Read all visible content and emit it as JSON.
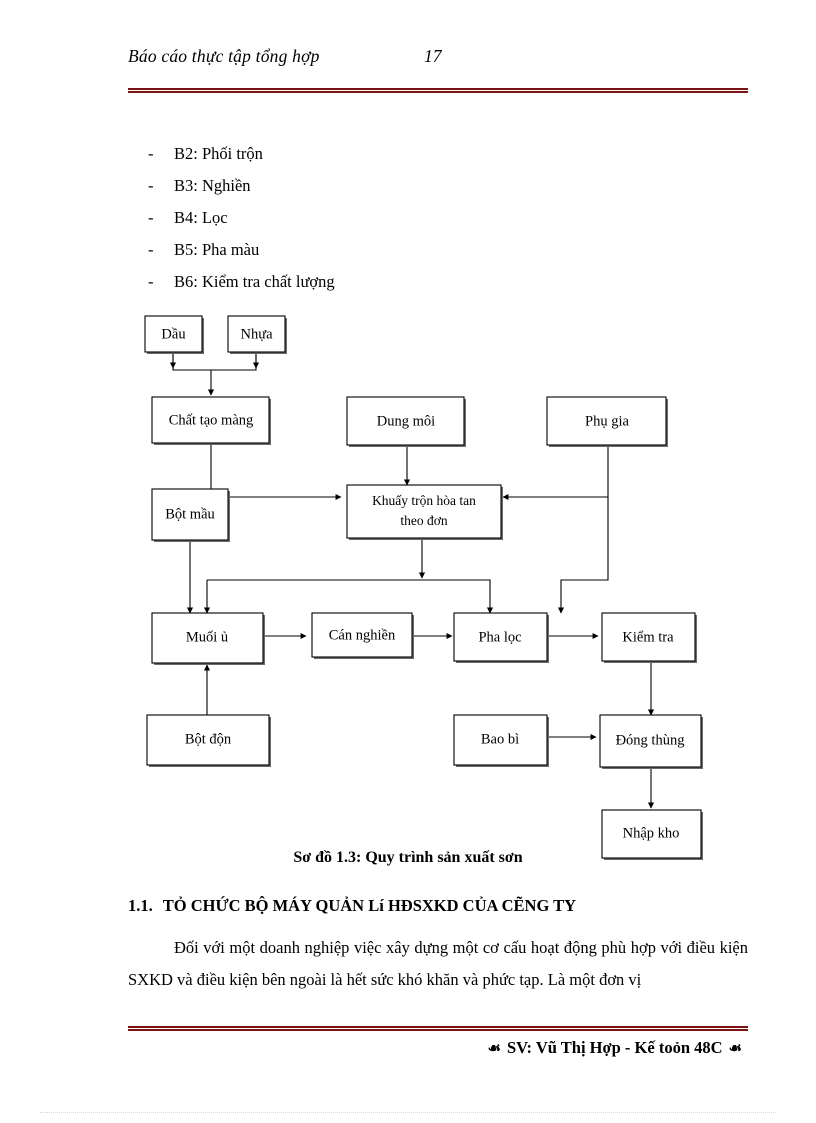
{
  "header": {
    "title": "Báo cáo thực tập tổng hợp",
    "page_number": "17"
  },
  "bullets": {
    "dash": "-",
    "items": [
      "B2: Phối trộn",
      "B3: Nghiền",
      "B4: Lọc",
      "B5: Pha màu",
      "B6: Kiểm tra chất lượng"
    ]
  },
  "flowchart": {
    "caption": "Sơ đồ 1.3: Quy trình sản xuất sơn",
    "nodes": {
      "dau": "Dầu",
      "nhua": "Nhựa",
      "chat_tao_mang": "Chất tạo màng",
      "dung_moi": "Dung  môi",
      "phu_gia": "Phụ gia",
      "bot_mau": "Bột mầu",
      "khuay_tron_l1": "Khuấy  trộn  hòa tan",
      "khuay_tron_l2": "theo  đơn",
      "muoi_u": "Muối ủ",
      "can_nghien": "Cán nghiền",
      "pha_loc": "Pha lọc",
      "kiem_tra": "Kiểm  tra",
      "bot_don": "Bột độn",
      "bao_bi": "Bao bì",
      "dong_thung": "Đóng  thùng",
      "nhap_kho": "Nhập kho"
    }
  },
  "section": {
    "number": "1.1.",
    "title": "TỎ CHỨC BỘ MÁY QUẢN Lí HĐSXKD  CỦA  CẼNG TY"
  },
  "body": {
    "paragraph": "Đối với một doanh nghiệp việc xây dựng một cơ cấu hoạt động phù hợp với điều kiện SXKD và điều kiện bên ngoài là hết sức khó khăn và phức tạp. Là một đơn vị"
  },
  "footer": {
    "ornament_left": "☙",
    "text": "SV: Vũ Thị Hợp - Kế toỏn 48C",
    "ornament_right": "☙"
  },
  "colors": {
    "rule": "#7b1113",
    "text": "#000000",
    "box_border": "#000000",
    "box_shadow": "#6b6b6b"
  }
}
